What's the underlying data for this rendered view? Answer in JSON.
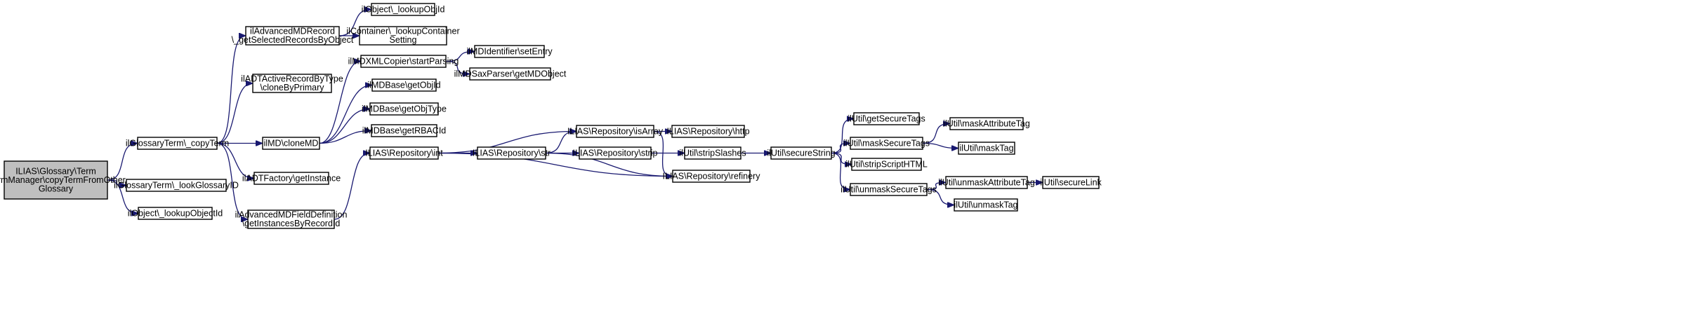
{
  "diagram": {
    "nodes": [
      {
        "id": "root",
        "lines": [
          "ILIAS\\Glossary\\Term",
          "\\TermManager\\copyTermFromOther",
          "Glossary"
        ],
        "root": true
      },
      {
        "id": "copyTerm",
        "lines": [
          "ilGlossaryTerm\\_copyTerm"
        ]
      },
      {
        "id": "lookGlossaryID",
        "lines": [
          "ilGlossaryTerm\\_lookGlossaryID"
        ]
      },
      {
        "id": "lookupObjectId",
        "lines": [
          "ilObject\\_lookupObjectId"
        ]
      },
      {
        "id": "getSelectedRecordsByObject",
        "lines": [
          "ilAdvancedMDRecord",
          "\\_getSelectedRecordsByObject"
        ]
      },
      {
        "id": "cloneByPrimary",
        "lines": [
          "ilADTActiveRecordByType",
          "\\cloneByPrimary"
        ]
      },
      {
        "id": "cloneMD",
        "lines": [
          "ilMD\\cloneMD"
        ]
      },
      {
        "id": "getInstance",
        "lines": [
          "ilADTFactory\\getInstance"
        ]
      },
      {
        "id": "getInstancesByRecordId",
        "lines": [
          "ilAdvancedMDFieldDefinition",
          "\\getInstancesByRecordId"
        ]
      },
      {
        "id": "lookupObjId",
        "lines": [
          "ilObject\\_lookupObjId"
        ]
      },
      {
        "id": "lookupContainerSetting",
        "lines": [
          "ilContainer\\_lookupContainer",
          "Setting"
        ]
      },
      {
        "id": "startParsing",
        "lines": [
          "ilMDXMLCopier\\startParsing"
        ]
      },
      {
        "id": "getObjId",
        "lines": [
          "ilMDBase\\getObjId"
        ]
      },
      {
        "id": "getObjType",
        "lines": [
          "ilMDBase\\getObjType"
        ]
      },
      {
        "id": "getRBACId",
        "lines": [
          "ilMDBase\\getRBACId"
        ]
      },
      {
        "id": "int",
        "lines": [
          "ILIAS\\Repository\\int"
        ]
      },
      {
        "id": "setEntry",
        "lines": [
          "ilMDIdentifier\\setEntry"
        ]
      },
      {
        "id": "getMDObject",
        "lines": [
          "ilMDSaxParser\\getMDObject"
        ]
      },
      {
        "id": "str",
        "lines": [
          "ILIAS\\Repository\\str"
        ]
      },
      {
        "id": "isArray",
        "lines": [
          "ILIAS\\Repository\\isArray"
        ]
      },
      {
        "id": "strip",
        "lines": [
          "ILIAS\\Repository\\strip"
        ]
      },
      {
        "id": "http",
        "lines": [
          "ILIAS\\Repository\\http"
        ]
      },
      {
        "id": "stripSlashes",
        "lines": [
          "ilUtil\\stripSlashes"
        ]
      },
      {
        "id": "refinery",
        "lines": [
          "ILIAS\\Repository\\refinery"
        ]
      },
      {
        "id": "secureString",
        "lines": [
          "ilUtil\\secureString"
        ]
      },
      {
        "id": "getSecureTags",
        "lines": [
          "ilUtil\\getSecureTags"
        ]
      },
      {
        "id": "maskSecureTags",
        "lines": [
          "ilUtil\\maskSecureTags"
        ]
      },
      {
        "id": "stripScriptHTML",
        "lines": [
          "ilUtil\\stripScriptHTML"
        ]
      },
      {
        "id": "unmaskSecureTags",
        "lines": [
          "ilUtil\\unmaskSecureTags"
        ]
      },
      {
        "id": "maskAttributeTag",
        "lines": [
          "ilUtil\\maskAttributeTag"
        ]
      },
      {
        "id": "maskTag",
        "lines": [
          "ilUtil\\maskTag"
        ]
      },
      {
        "id": "unmaskAttributeTag",
        "lines": [
          "ilUtil\\unmaskAttributeTag"
        ]
      },
      {
        "id": "unmaskTag",
        "lines": [
          "ilUtil\\unmaskTag"
        ]
      },
      {
        "id": "secureLink",
        "lines": [
          "ilUtil\\secureLink"
        ]
      }
    ],
    "edges": [
      [
        "root",
        "copyTerm"
      ],
      [
        "root",
        "lookGlossaryID"
      ],
      [
        "root",
        "lookupObjectId"
      ],
      [
        "copyTerm",
        "getSelectedRecordsByObject"
      ],
      [
        "copyTerm",
        "cloneByPrimary"
      ],
      [
        "copyTerm",
        "cloneMD"
      ],
      [
        "copyTerm",
        "getInstance"
      ],
      [
        "copyTerm",
        "getInstancesByRecordId"
      ],
      [
        "getSelectedRecordsByObject",
        "lookupObjId"
      ],
      [
        "getSelectedRecordsByObject",
        "lookupContainerSetting"
      ],
      [
        "cloneMD",
        "startParsing"
      ],
      [
        "cloneMD",
        "getObjId"
      ],
      [
        "cloneMD",
        "getObjType"
      ],
      [
        "cloneMD",
        "getRBACId"
      ],
      [
        "getInstancesByRecordId",
        "int"
      ],
      [
        "startParsing",
        "setEntry"
      ],
      [
        "startParsing",
        "getMDObject"
      ],
      [
        "int",
        "isArray"
      ],
      [
        "int",
        "str"
      ],
      [
        "int",
        "refinery"
      ],
      [
        "str",
        "isArray"
      ],
      [
        "str",
        "strip"
      ],
      [
        "str",
        "refinery"
      ],
      [
        "isArray",
        "http"
      ],
      [
        "isArray",
        "refinery"
      ],
      [
        "strip",
        "stripSlashes"
      ],
      [
        "stripSlashes",
        "secureString"
      ],
      [
        "secureString",
        "getSecureTags"
      ],
      [
        "secureString",
        "maskSecureTags"
      ],
      [
        "secureString",
        "stripScriptHTML"
      ],
      [
        "secureString",
        "unmaskSecureTags"
      ],
      [
        "maskSecureTags",
        "maskAttributeTag"
      ],
      [
        "maskSecureTags",
        "maskTag"
      ],
      [
        "unmaskSecureTags",
        "unmaskAttributeTag"
      ],
      [
        "unmaskSecureTags",
        "unmaskTag"
      ],
      [
        "unmaskAttributeTag",
        "secureLink"
      ]
    ]
  }
}
